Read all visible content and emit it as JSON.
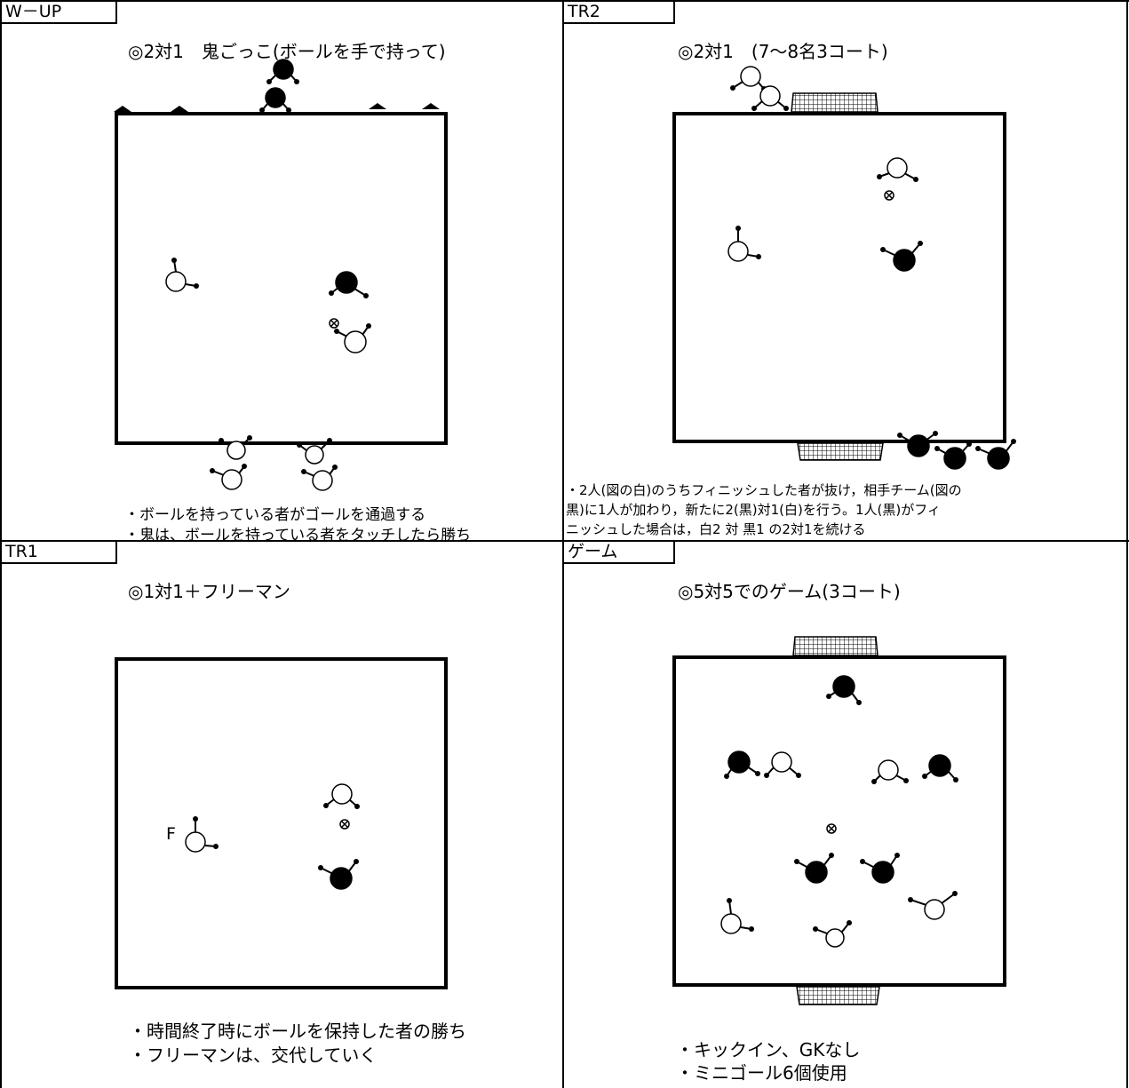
{
  "colors": {
    "line": "#000000",
    "background": "#ffffff",
    "black_player": "#000000",
    "white_player": "#ffffff"
  },
  "wup": {
    "tab": "W－UP",
    "heading": "◎2対1　鬼ごっこ(ボールを手で持って)",
    "notes": [
      "・ボールを持っている者がゴールを通過する",
      "・鬼は、ボールを持っている者をタッチしたら勝ち"
    ]
  },
  "tr2": {
    "tab": "TR2",
    "heading": "◎2対1　(7～8名3コート)",
    "notes": [
      "・2人(図の白)のうちフィニッシュした者が抜け，相手チーム(図の",
      "黒)に1人が加わり，新たに2(黒)対1(白)を行う。1人(黒)がフィ",
      "ニッシュした場合は，白2 対 黒1 の2対1を続ける"
    ]
  },
  "tr1": {
    "tab": "TR1",
    "heading": "◎1対1＋フリーマン",
    "free_label": "F",
    "notes": [
      "・時間終了時にボールを保持した者の勝ち",
      "・フリーマンは、交代していく"
    ]
  },
  "game": {
    "tab": "ゲーム",
    "heading": "◎5対5でのゲーム(3コート)",
    "notes": [
      "・キックイン、GKなし",
      "・ミニゴール6個使用"
    ]
  },
  "icons": [
    "player-black-icon",
    "player-white-icon",
    "ball-icon",
    "cone-icon",
    "mini-goal-icon"
  ]
}
